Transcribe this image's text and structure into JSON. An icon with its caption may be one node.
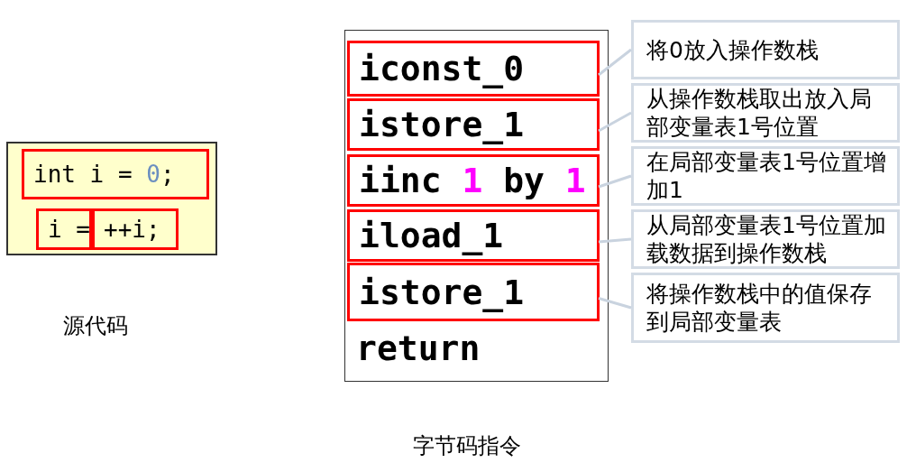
{
  "diagram": {
    "nodes": [
      {
        "text": [],
        "shape": "box",
        "beside": [
          "源代码"
        ]
      },
      {
        "text": [
          "int i = 0;"
        ],
        "in": 0
      },
      {
        "text": [
          "i ="
        ],
        "in": 0
      },
      {
        "text": [
          "++i;"
        ],
        "in": 0
      },
      {
        "text": [],
        "shape": "box",
        "beside": [
          "字节码指令"
        ]
      },
      {
        "text": [
          "iconst_0"
        ],
        "in": 4
      },
      {
        "text": [
          "istore_1"
        ],
        "in": 4
      },
      {
        "text": [
          "iinc 1 by 1"
        ],
        "in": 4
      },
      {
        "text": [
          "iload_1"
        ],
        "in": 4
      },
      {
        "text": [
          "istore_1"
        ],
        "in": 4
      },
      {
        "text": [
          "将0放入操作数栈"
        ]
      },
      {
        "text": [
          "从操作数栈取出放入局部变量表1号位置"
        ]
      },
      {
        "text": [
          "在局部变量表1号位置增加1"
        ]
      },
      {
        "text": [
          "从局部变量表1号位置加载数据到操作数栈"
        ]
      },
      {
        "text": [
          "将操作数栈中的值保存到局部变量表"
        ]
      }
    ],
    "edges": [
      {
        "from": 10,
        "to": 5,
        "arrow": "none"
      },
      {
        "from": 11,
        "to": 6,
        "arrow": "none"
      },
      {
        "from": 12,
        "to": 7,
        "arrow": "none"
      },
      {
        "from": 13,
        "to": 8,
        "arrow": "none"
      },
      {
        "from": 14,
        "to": 9,
        "arrow": "none"
      }
    ],
    "labels": [
      "return"
    ]
  }
}
